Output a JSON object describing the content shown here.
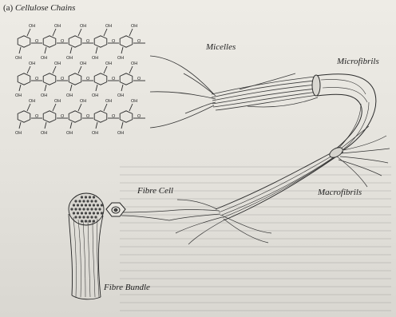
{
  "figure": {
    "panel_label": "(a)",
    "labels": {
      "cellulose_chains": "Cellulose Chains",
      "micelles": "Micelles",
      "microfibrils": "Microfibrils",
      "macrofibrils": "Macrofibrils",
      "fibre_cell": "Fibre Cell",
      "fibre_bundle": "Fibre Bundle"
    },
    "chain_rows": 3,
    "atom_labels": {
      "hydroxyl": "OH",
      "oxygen": "O"
    }
  }
}
